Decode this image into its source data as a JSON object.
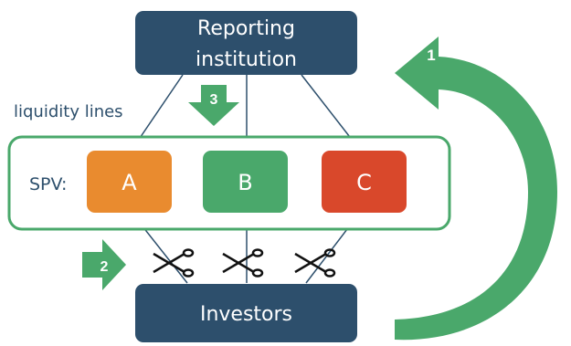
{
  "top_box": {
    "line1": "Reporting",
    "line2": "institution"
  },
  "bottom_box": {
    "label": "Investors"
  },
  "liquidity_label": "liquidity lines",
  "spv_label": "SPV:",
  "spvs": [
    {
      "label": "A",
      "color": "#e98b2f"
    },
    {
      "label": "B",
      "color": "#4aa86b"
    },
    {
      "label": "C",
      "color": "#d9482b"
    }
  ],
  "steps": [
    {
      "number": "1"
    },
    {
      "number": "2"
    },
    {
      "number": "3"
    }
  ],
  "colors": {
    "navy": "#2d4f6c",
    "green": "#4aa86b",
    "line": "#2d4f6c"
  },
  "icons": [
    "scissors-icon",
    "scissors-icon",
    "scissors-icon"
  ]
}
